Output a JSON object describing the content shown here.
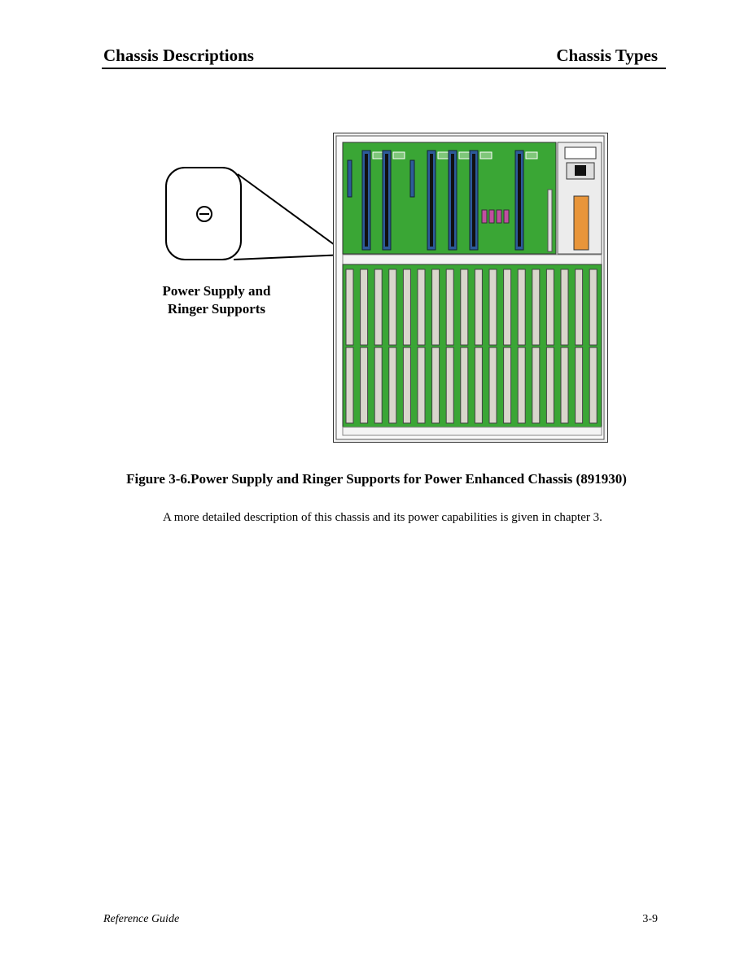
{
  "header": {
    "left": "Chassis Descriptions",
    "right": "Chassis Types"
  },
  "figure": {
    "callout_label_line1": "Power Supply and",
    "callout_label_line2": "Ringer Supports",
    "caption": "Figure 3-6.Power Supply and Ringer Supports for Power Enhanced Chassis (891930)",
    "colors": {
      "board": "#3aa635",
      "connector": "#2d5b9a",
      "frame": "#f2f2f2"
    }
  },
  "body": {
    "paragraph": "A more detailed description of this chassis and its power capabilities is given in chapter 3."
  },
  "footer": {
    "left": "Reference Guide",
    "right": "3-9"
  }
}
